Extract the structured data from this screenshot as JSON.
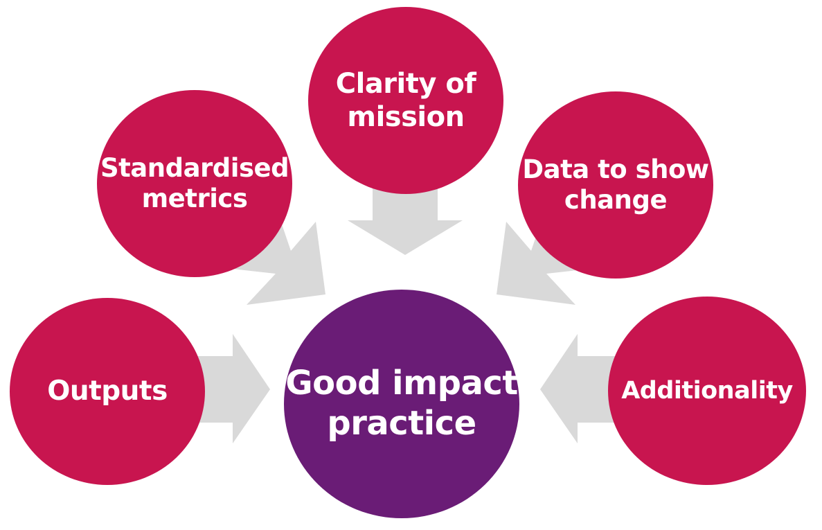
{
  "diagram": {
    "colors": {
      "outer_node": "#c8154f",
      "center_node": "#6a1c76",
      "arrow": "#d9d9d9",
      "text": "#ffffff"
    },
    "center": {
      "line1": "Good impact",
      "line2": "practice"
    },
    "nodes": {
      "clarity": {
        "line1": "Clarity of",
        "line2": "mission"
      },
      "standardised": {
        "line1": "Standardised",
        "line2": "metrics"
      },
      "data": {
        "line1": "Data to show",
        "line2": "change"
      },
      "outputs": {
        "line1": "Outputs"
      },
      "additionality": {
        "line1": "Additionality"
      }
    }
  }
}
